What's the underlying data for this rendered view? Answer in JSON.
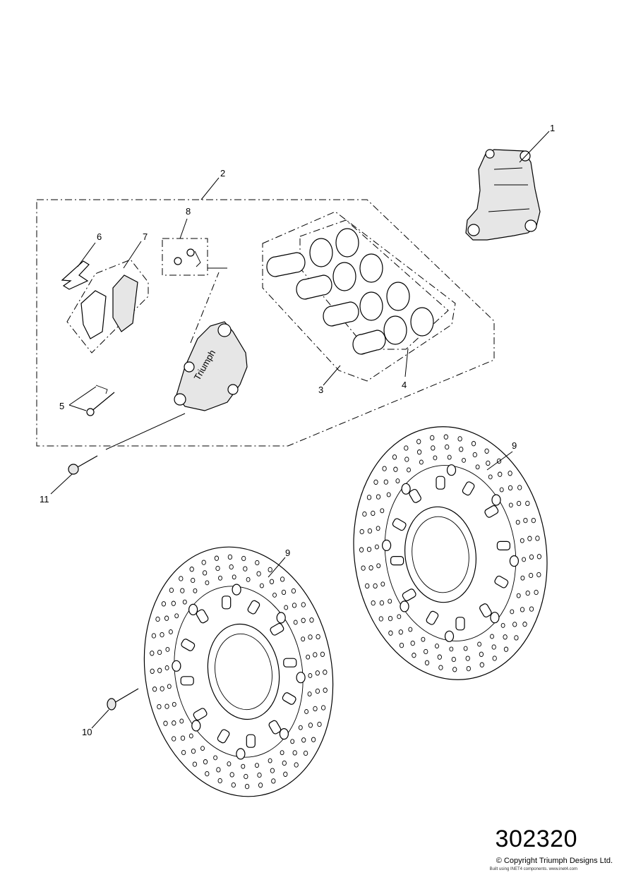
{
  "callouts": [
    "1",
    "2",
    "3",
    "4",
    "5",
    "6",
    "7",
    "8",
    "9",
    "9",
    "10",
    "11"
  ],
  "diagram_number": "302320",
  "copyright": "© Copyright Triumph Designs Ltd.",
  "built_note": "Built using INET4 components. www.inet4.com",
  "caliper_logo": "Triumph"
}
